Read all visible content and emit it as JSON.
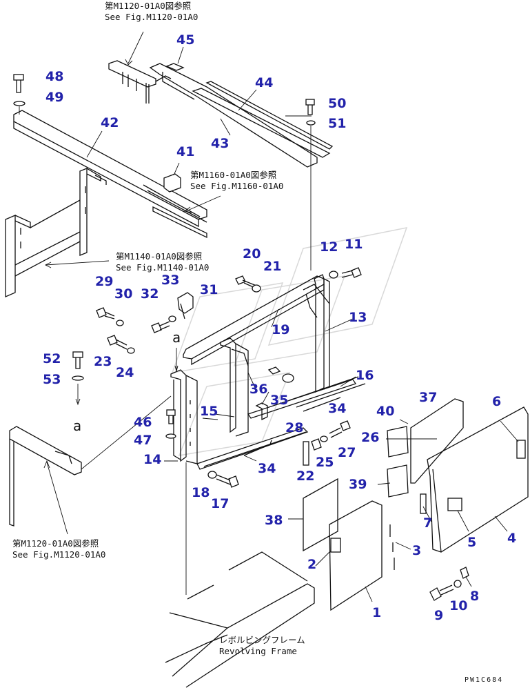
{
  "callouts": [
    {
      "id": "45",
      "text": "45"
    },
    {
      "id": "44",
      "text": "44"
    },
    {
      "id": "43",
      "text": "43"
    },
    {
      "id": "48",
      "text": "48"
    },
    {
      "id": "49",
      "text": "49"
    },
    {
      "id": "42",
      "text": "42"
    },
    {
      "id": "41",
      "text": "41"
    },
    {
      "id": "50",
      "text": "50"
    },
    {
      "id": "51",
      "text": "51"
    },
    {
      "id": "20",
      "text": "20"
    },
    {
      "id": "21",
      "text": "21"
    },
    {
      "id": "12",
      "text": "12"
    },
    {
      "id": "11",
      "text": "11"
    },
    {
      "id": "29",
      "text": "29"
    },
    {
      "id": "30",
      "text": "30"
    },
    {
      "id": "32",
      "text": "32"
    },
    {
      "id": "33",
      "text": "33"
    },
    {
      "id": "31",
      "text": "31"
    },
    {
      "id": "19",
      "text": "19"
    },
    {
      "id": "13",
      "text": "13"
    },
    {
      "id": "52",
      "text": "52"
    },
    {
      "id": "53",
      "text": "53"
    },
    {
      "id": "23",
      "text": "23"
    },
    {
      "id": "24",
      "text": "24"
    },
    {
      "id": "36",
      "text": "36"
    },
    {
      "id": "16",
      "text": "16"
    },
    {
      "id": "35",
      "text": "35"
    },
    {
      "id": "34a",
      "text": "34"
    },
    {
      "id": "46",
      "text": "46"
    },
    {
      "id": "15",
      "text": "15"
    },
    {
      "id": "28",
      "text": "28"
    },
    {
      "id": "37",
      "text": "37"
    },
    {
      "id": "6",
      "text": "6"
    },
    {
      "id": "40",
      "text": "40"
    },
    {
      "id": "47",
      "text": "47"
    },
    {
      "id": "26",
      "text": "26"
    },
    {
      "id": "27",
      "text": "27"
    },
    {
      "id": "14",
      "text": "14"
    },
    {
      "id": "34b",
      "text": "34"
    },
    {
      "id": "22",
      "text": "22"
    },
    {
      "id": "25",
      "text": "25"
    },
    {
      "id": "18",
      "text": "18"
    },
    {
      "id": "17",
      "text": "17"
    },
    {
      "id": "39",
      "text": "39"
    },
    {
      "id": "38",
      "text": "38"
    },
    {
      "id": "7",
      "text": "7"
    },
    {
      "id": "5",
      "text": "5"
    },
    {
      "id": "4",
      "text": "4"
    },
    {
      "id": "3",
      "text": "3"
    },
    {
      "id": "2",
      "text": "2"
    },
    {
      "id": "1",
      "text": "1"
    },
    {
      "id": "8",
      "text": "8"
    },
    {
      "id": "9",
      "text": "9"
    },
    {
      "id": "10",
      "text": "10"
    }
  ],
  "refs": {
    "m1120_top_jp": "第M1120-01A0図参照",
    "m1120_top_en": "See Fig.M1120-01A0",
    "m1160_jp": "第M1160-01A0図参照",
    "m1160_en": "See Fig.M1160-01A0",
    "m1140_jp": "第M1140-01A0図参照",
    "m1140_en": "See Fig.M1140-01A0",
    "m1120_bot_jp": "第M1120-01A0図参照",
    "m1120_bot_en": "See Fig.M1120-01A0",
    "frame_jp": "レボルビングフレーム",
    "frame_en": "Revolving Frame"
  },
  "markers": {
    "a_upper": "a",
    "a_lower": "a"
  },
  "drawing_code": "PW1C684",
  "colors": {
    "callout": "#2222aa",
    "line": "#111111",
    "watermark": "#d8d8d8"
  }
}
